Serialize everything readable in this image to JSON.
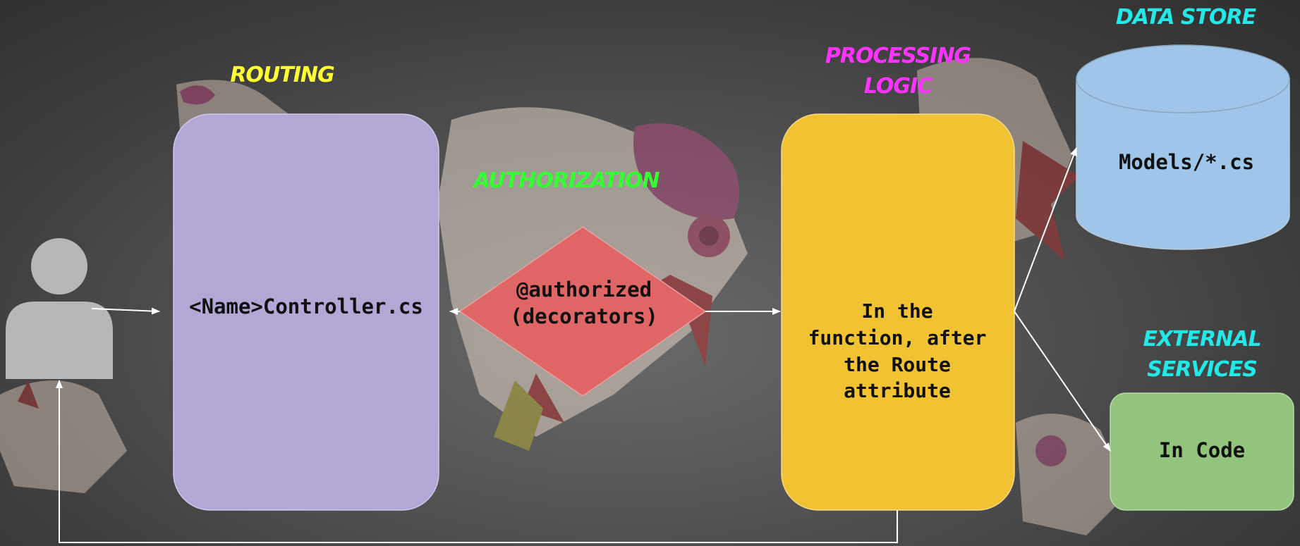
{
  "labels": {
    "routing": "ROUTING",
    "authorization": "AUTHORIZATION",
    "processing_line1": "PROCESSING",
    "processing_line2": "LOGIC",
    "data_store": "DATA STORE",
    "external_line1": "EXTERNAL",
    "external_line2": "SERVICES"
  },
  "nodes": {
    "controller": "<Name>Controller.cs",
    "authorized_line1": "@authorized",
    "authorized_line2": "(decorators)",
    "function_line1": "In the",
    "function_line2": "function, after",
    "function_line3": "the Route",
    "function_line4": "attribute",
    "models": "Models/*.cs",
    "in_code": "In Code"
  },
  "colors": {
    "routing_label": "#ffff33",
    "authorization_label": "#33ff33",
    "processing_label": "#ff33ff",
    "data_store_label": "#22e8e8",
    "external_label": "#22e8e8",
    "controller_fill": "#b3a7d6",
    "diamond_fill": "#e06666",
    "function_fill": "#f1c232",
    "database_fill": "#9fc5e8",
    "external_fill": "#93c47d",
    "user_fill": "#b7b7b7",
    "connector": "#ffffff"
  }
}
